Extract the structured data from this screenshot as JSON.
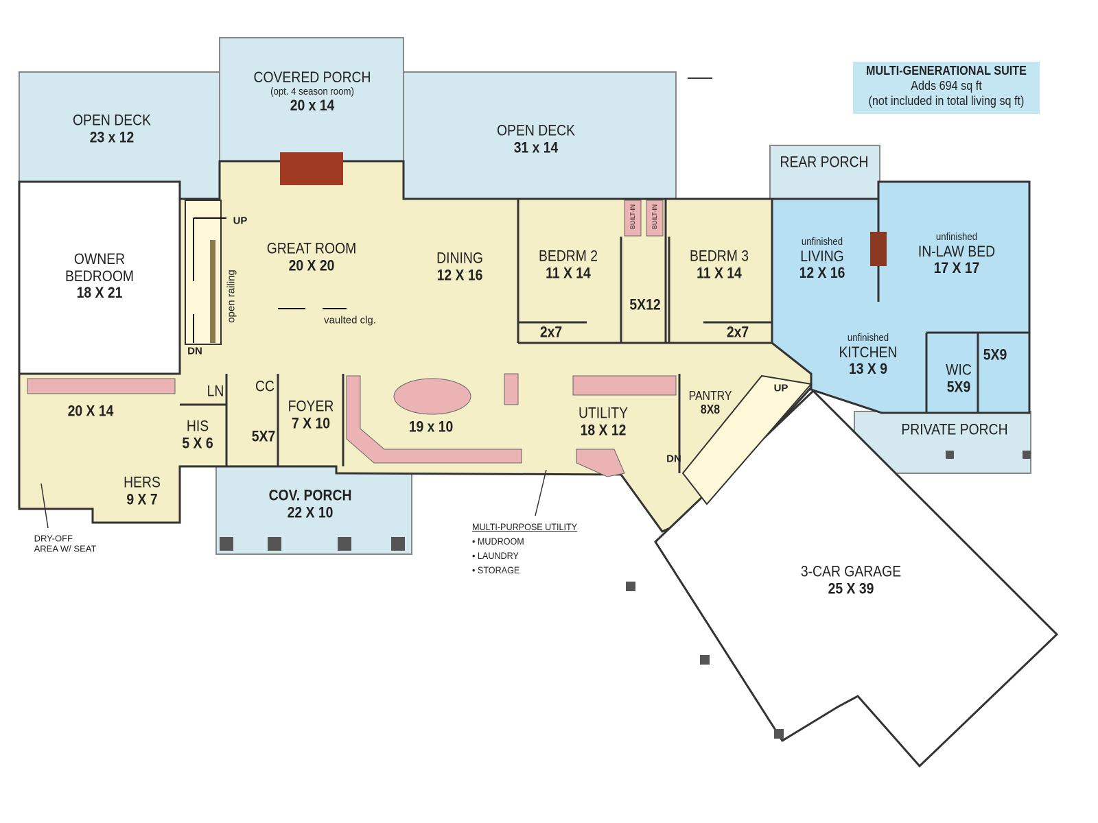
{
  "title_note": {
    "heading": "MULTI-GENERATIONAL SUITE",
    "line1": "Adds 694 sq ft",
    "line2": "(not included in total living sq ft)"
  },
  "colors": {
    "deck": "#d4e9ef",
    "interior": "#f5efc8",
    "suite": "#b7e0f3",
    "counter": "#ebb3b3",
    "wall": "#333333",
    "fireplace": "#a03a22"
  },
  "rooms": {
    "open_deck_left": {
      "name": "OPEN DECK",
      "dim": "23 x 12"
    },
    "covered_porch": {
      "name": "COVERED PORCH",
      "sub": "(opt. 4 season room)",
      "dim": "20 x 14"
    },
    "open_deck_right": {
      "name": "OPEN DECK",
      "dim": "31 x 14"
    },
    "rear_porch": {
      "name": "REAR PORCH"
    },
    "owner_bedroom": {
      "name1": "OWNER",
      "name2": "BEDROOM",
      "dim": "18 X 21"
    },
    "great_room": {
      "name": "GREAT ROOM",
      "dim": "20 X 20",
      "note": "vaulted clg."
    },
    "dining": {
      "name": "DINING",
      "dim": "12 X 16"
    },
    "bedrm2": {
      "name": "BEDRM 2",
      "dim": "11 X 14"
    },
    "bedrm3": {
      "name": "BEDRM 3",
      "dim": "11 X 14"
    },
    "built_in": "BUILT-IN",
    "bath_5x12": "5X12",
    "closet_2x7": "2x7",
    "living": {
      "pre": "unfinished",
      "name": "LIVING",
      "dim": "12 X 16"
    },
    "inlaw_bed": {
      "pre": "unfinished",
      "name": "IN-LAW BED",
      "dim": "17 X 17"
    },
    "kitchen_suite": {
      "pre": "unfinished",
      "name": "KITCHEN",
      "dim": "13 X 9"
    },
    "wic": {
      "name": "WIC",
      "dim": "5X9"
    },
    "suite_bath": "5X9",
    "private_porch": {
      "name": "PRIVATE PORCH"
    },
    "owner_bath": "20 X 14",
    "his": {
      "name": "HIS",
      "dim": "5 X 6"
    },
    "hers": {
      "name": "HERS",
      "dim": "9 X 7"
    },
    "ln": "LN",
    "cc": "CC",
    "powder": "5X7",
    "foyer": {
      "name": "FOYER",
      "dim": "7 X 10"
    },
    "kitchen": "19 x 10",
    "utility": {
      "name": "UTILITY",
      "dim": "18 X 12"
    },
    "pantry": {
      "name": "PANTRY",
      "dim": "8X8"
    },
    "cov_porch": {
      "name": "COV. PORCH",
      "dim": "22 X 10"
    },
    "garage": {
      "name": "3-CAR GARAGE",
      "dim": "25 X 39"
    }
  },
  "stairs": {
    "up": "UP",
    "dn": "DN",
    "railing": "open railing"
  },
  "dry_off": {
    "line1": "DRY-OFF",
    "line2": "AREA W/ SEAT"
  },
  "multi_purpose": {
    "heading": "MULTI-PURPOSE UTILITY",
    "items": [
      "• MUDROOM",
      "• LAUNDRY",
      "• STORAGE"
    ]
  }
}
